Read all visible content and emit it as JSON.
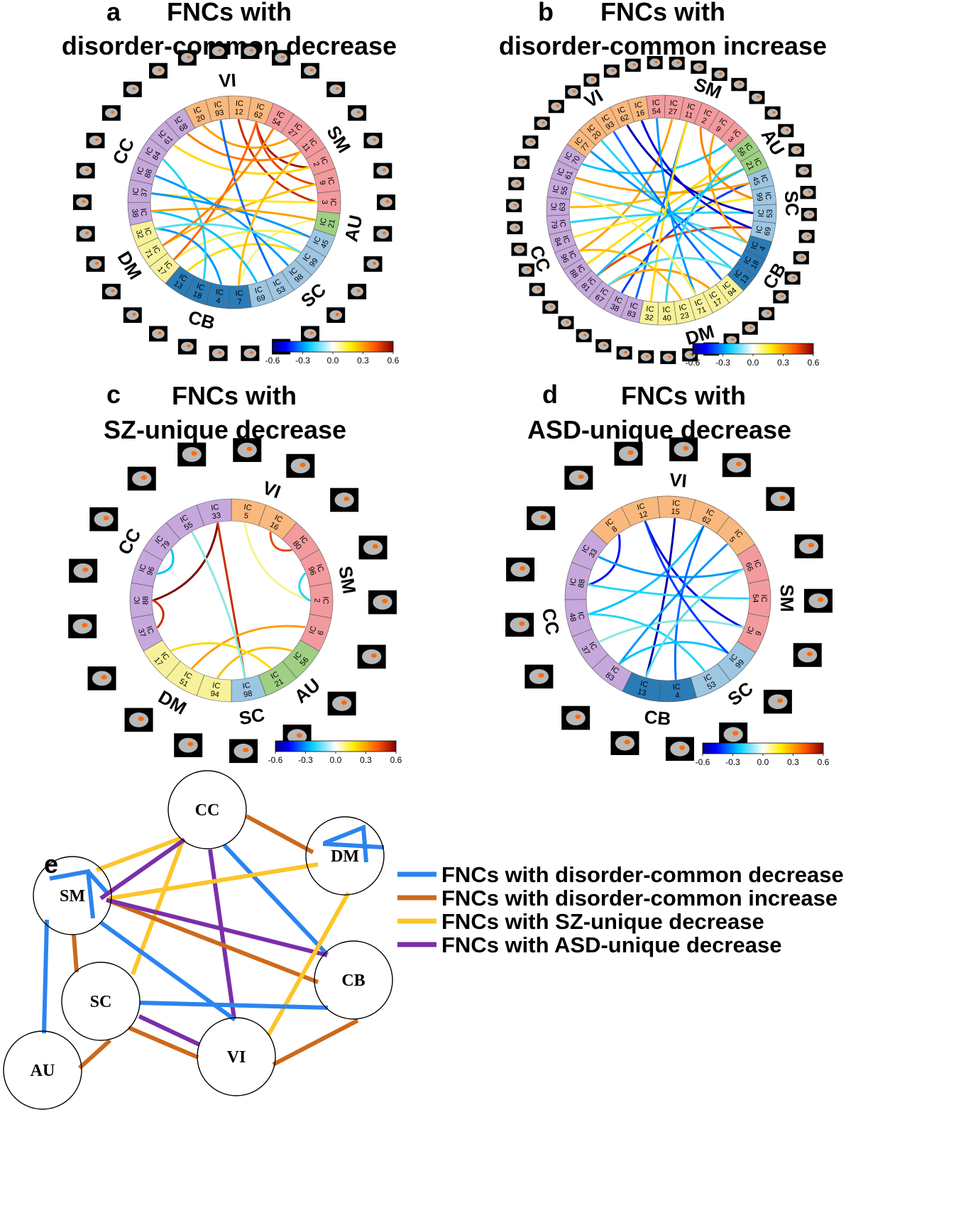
{
  "colors": {
    "VI": "#f9b87d",
    "SM": "#f29a9e",
    "AU": "#9ecf83",
    "SC": "#9cc6e2",
    "CB": "#2b7bb6",
    "DM": "#f7f29a",
    "CC": "#c6a8dc",
    "common_decrease": "#2b84f0",
    "common_increase": "#cc6a1c",
    "sz_decrease": "#fcc52a",
    "asd_decrease": "#7a2fa8"
  },
  "colorbar": {
    "ticks": [
      "-0.6",
      "-0.3",
      "0.0",
      "0.3",
      "0.6"
    ],
    "min": -0.6,
    "max": 0.6
  },
  "panels": [
    {
      "letter": "a",
      "title_line1": "FNCs with",
      "title_line2": "disorder-common decrease",
      "segments": [
        {
          "net": "VI",
          "ic": "20"
        },
        {
          "net": "VI",
          "ic": "93"
        },
        {
          "net": "VI",
          "ic": "12"
        },
        {
          "net": "VI",
          "ic": "62"
        },
        {
          "net": "SM",
          "ic": "54"
        },
        {
          "net": "SM",
          "ic": "27"
        },
        {
          "net": "SM",
          "ic": "11"
        },
        {
          "net": "SM",
          "ic": "2"
        },
        {
          "net": "SM",
          "ic": "9"
        },
        {
          "net": "SM",
          "ic": "3"
        },
        {
          "net": "AU",
          "ic": "21"
        },
        {
          "net": "SC",
          "ic": "45"
        },
        {
          "net": "SC",
          "ic": "99"
        },
        {
          "net": "SC",
          "ic": "98"
        },
        {
          "net": "SC",
          "ic": "53"
        },
        {
          "net": "SC",
          "ic": "69"
        },
        {
          "net": "CB",
          "ic": "7"
        },
        {
          "net": "CB",
          "ic": "4"
        },
        {
          "net": "CB",
          "ic": "18"
        },
        {
          "net": "CB",
          "ic": "13"
        },
        {
          "net": "DM",
          "ic": "17"
        },
        {
          "net": "DM",
          "ic": "71"
        },
        {
          "net": "DM",
          "ic": "32"
        },
        {
          "net": "CC",
          "ic": "38"
        },
        {
          "net": "CC",
          "ic": "37"
        },
        {
          "net": "CC",
          "ic": "88"
        },
        {
          "net": "CC",
          "ic": "84"
        },
        {
          "net": "CC",
          "ic": "61"
        },
        {
          "net": "CC",
          "ic": "68"
        }
      ],
      "network_labels": [
        "VI",
        "SM",
        "AU",
        "SC",
        "CB",
        "DM",
        "CC"
      ],
      "connections": [
        {
          "from": "SM-2",
          "to": "VI-62",
          "value": 0.55
        },
        {
          "from": "SM-9",
          "to": "VI-62",
          "value": 0.45
        },
        {
          "from": "SM-3",
          "to": "VI-12",
          "value": 0.5
        },
        {
          "from": "SM-11",
          "to": "CC-68",
          "value": 0.35
        },
        {
          "from": "SM-27",
          "to": "VI-20",
          "value": 0.3
        },
        {
          "from": "SM-2",
          "to": "CC-61",
          "value": 0.2
        },
        {
          "from": "SM-9",
          "to": "DM-71",
          "value": 0.25
        },
        {
          "from": "SM-3",
          "to": "CC-37",
          "value": 0.15
        },
        {
          "from": "AU-21",
          "to": "CB-7",
          "value": 0.05
        },
        {
          "from": "SC-45",
          "to": "DM-17",
          "value": 0.1
        },
        {
          "from": "SC-99",
          "to": "CB-13",
          "value": 0.2
        },
        {
          "from": "SC-98",
          "to": "CC-88",
          "value": -0.3
        },
        {
          "from": "SC-53",
          "to": "VI-93",
          "value": -0.35
        },
        {
          "from": "SC-69",
          "to": "CC-38",
          "value": -0.25
        },
        {
          "from": "CB-4",
          "to": "DM-32",
          "value": -0.3
        },
        {
          "from": "CB-18",
          "to": "CC-84",
          "value": -0.2
        },
        {
          "from": "DM-17",
          "to": "VI-62",
          "value": 0.4
        },
        {
          "from": "DM-71",
          "to": "SM-54",
          "value": 0.35
        },
        {
          "from": "CC-37",
          "to": "SC-45",
          "value": -0.3
        },
        {
          "from": "CC-38",
          "to": "AU-21",
          "value": 0.3
        },
        {
          "from": "CB-7",
          "to": "SM-11",
          "value": 0.25
        },
        {
          "from": "SC-99",
          "to": "DM-32",
          "value": -0.15
        }
      ]
    },
    {
      "letter": "b",
      "title_line1": "FNCs with",
      "title_line2": "disorder-common increase",
      "segments": [
        {
          "net": "VI",
          "ic": "77"
        },
        {
          "net": "VI",
          "ic": "20"
        },
        {
          "net": "VI",
          "ic": "93"
        },
        {
          "net": "VI",
          "ic": "62"
        },
        {
          "net": "VI",
          "ic": "16"
        },
        {
          "net": "SM",
          "ic": "54"
        },
        {
          "net": "SM",
          "ic": "27"
        },
        {
          "net": "SM",
          "ic": "11"
        },
        {
          "net": "SM",
          "ic": "2"
        },
        {
          "net": "SM",
          "ic": "9"
        },
        {
          "net": "SM",
          "ic": "3"
        },
        {
          "net": "AU",
          "ic": "56"
        },
        {
          "net": "AU",
          "ic": "21"
        },
        {
          "net": "SC",
          "ic": "45"
        },
        {
          "net": "SC",
          "ic": "99"
        },
        {
          "net": "SC",
          "ic": "53"
        },
        {
          "net": "SC",
          "ic": "69"
        },
        {
          "net": "CB",
          "ic": "4"
        },
        {
          "net": "CB",
          "ic": "18"
        },
        {
          "net": "CB",
          "ic": "13"
        },
        {
          "net": "DM",
          "ic": "94"
        },
        {
          "net": "DM",
          "ic": "17"
        },
        {
          "net": "DM",
          "ic": "71"
        },
        {
          "net": "DM",
          "ic": "23"
        },
        {
          "net": "DM",
          "ic": "40"
        },
        {
          "net": "DM",
          "ic": "32"
        },
        {
          "net": "CC",
          "ic": "83"
        },
        {
          "net": "CC",
          "ic": "38"
        },
        {
          "net": "CC",
          "ic": "67"
        },
        {
          "net": "CC",
          "ic": "81"
        },
        {
          "net": "CC",
          "ic": "88"
        },
        {
          "net": "CC",
          "ic": "96"
        },
        {
          "net": "CC",
          "ic": "84"
        },
        {
          "net": "CC",
          "ic": "79"
        },
        {
          "net": "CC",
          "ic": "63"
        },
        {
          "net": "CC",
          "ic": "55"
        },
        {
          "net": "CC",
          "ic": "61"
        },
        {
          "net": "CC",
          "ic": "70"
        }
      ],
      "network_labels": [
        "VI",
        "SM",
        "AU",
        "SC",
        "CB",
        "DM",
        "CC"
      ],
      "connections": [
        {
          "from": "CC-83",
          "to": "SM-11",
          "value": -0.35
        },
        {
          "from": "CC-38",
          "to": "SC-45",
          "value": -0.4
        },
        {
          "from": "CC-67",
          "to": "DM-17",
          "value": 0.3
        },
        {
          "from": "CC-81",
          "to": "SC-69",
          "value": 0.45
        },
        {
          "from": "CC-88",
          "to": "AU-56",
          "value": 0.2
        },
        {
          "from": "CC-96",
          "to": "SM-27",
          "value": 0.3
        },
        {
          "from": "CC-84",
          "to": "SC-99",
          "value": 0.15
        },
        {
          "from": "CC-79",
          "to": "SC-53",
          "value": -0.2
        },
        {
          "from": "CC-63",
          "to": "AU-21",
          "value": 0.25
        },
        {
          "from": "CC-55",
          "to": "CB-4",
          "value": -0.15
        },
        {
          "from": "CC-61",
          "to": "SC-45",
          "value": 0.3
        },
        {
          "from": "CC-70",
          "to": "SM-3",
          "value": -0.25
        },
        {
          "from": "VI-77",
          "to": "CB-18",
          "value": -0.3
        },
        {
          "from": "VI-20",
          "to": "CB-13",
          "value": -0.2
        },
        {
          "from": "VI-93",
          "to": "DM-94",
          "value": -0.35
        },
        {
          "from": "VI-62",
          "to": "SC-53",
          "value": -0.55
        },
        {
          "from": "VI-16",
          "to": "SC-69",
          "value": -0.5
        },
        {
          "from": "SM-54",
          "to": "DM-71",
          "value": -0.3
        },
        {
          "from": "SM-2",
          "to": "SC-99",
          "value": 0.35
        },
        {
          "from": "SM-9",
          "to": "CB-4",
          "value": 0.3
        },
        {
          "from": "DM-32",
          "to": "SM-11",
          "value": 0.2
        },
        {
          "from": "DM-40",
          "to": "AU-56",
          "value": -0.2
        },
        {
          "from": "DM-23",
          "to": "CC-96",
          "value": 0.25
        },
        {
          "from": "CB-13",
          "to": "CC-67",
          "value": -0.15
        },
        {
          "from": "CC-81",
          "to": "AU-21",
          "value": -0.25
        },
        {
          "from": "DM-71",
          "to": "CC-55",
          "value": 0.1
        }
      ]
    },
    {
      "letter": "c",
      "title_line1": "FNCs with",
      "title_line2": "SZ-unique decrease",
      "segments": [
        {
          "net": "VI",
          "ic": "5"
        },
        {
          "net": "VI",
          "ic": "16"
        },
        {
          "net": "SM",
          "ic": "80"
        },
        {
          "net": "SM",
          "ic": "96"
        },
        {
          "net": "SM",
          "ic": "2"
        },
        {
          "net": "SM",
          "ic": "6"
        },
        {
          "net": "AU",
          "ic": "56"
        },
        {
          "net": "AU",
          "ic": "21"
        },
        {
          "net": "SC",
          "ic": "98"
        },
        {
          "net": "DM",
          "ic": "94"
        },
        {
          "net": "DM",
          "ic": "51"
        },
        {
          "net": "DM",
          "ic": "17"
        },
        {
          "net": "CC",
          "ic": "37"
        },
        {
          "net": "CC",
          "ic": "88"
        },
        {
          "net": "CC",
          "ic": "96"
        },
        {
          "net": "CC",
          "ic": "79"
        },
        {
          "net": "CC",
          "ic": "55"
        },
        {
          "net": "CC",
          "ic": "33"
        }
      ],
      "network_labels": [
        "VI",
        "SM",
        "AU",
        "SC",
        "DM",
        "CC"
      ],
      "connections": [
        {
          "from": "CC-33",
          "to": "CC-88",
          "value": 0.6
        },
        {
          "from": "CC-33",
          "to": "SC-98",
          "value": 0.5
        },
        {
          "from": "VI-16",
          "to": "SM-80",
          "value": 0.45
        },
        {
          "from": "CC-96",
          "to": "CC-79",
          "value": -0.25
        },
        {
          "from": "CC-37",
          "to": "CC-88",
          "value": 0.5
        },
        {
          "from": "VI-5",
          "to": "SM-2",
          "value": 0.05
        },
        {
          "from": "SM-96",
          "to": "SM-2",
          "value": -0.2
        },
        {
          "from": "SM-6",
          "to": "DM-51",
          "value": 0.3
        },
        {
          "from": "AU-56",
          "to": "DM-94",
          "value": 0.25
        },
        {
          "from": "AU-21",
          "to": "DM-17",
          "value": 0.2
        },
        {
          "from": "SC-98",
          "to": "CC-55",
          "value": -0.1
        }
      ]
    },
    {
      "letter": "d",
      "title_line1": "FNCs with",
      "title_line2": "ASD-unique decrease",
      "segments": [
        {
          "net": "VI",
          "ic": "8"
        },
        {
          "net": "VI",
          "ic": "12"
        },
        {
          "net": "VI",
          "ic": "15"
        },
        {
          "net": "VI",
          "ic": "62"
        },
        {
          "net": "VI",
          "ic": "5"
        },
        {
          "net": "SM",
          "ic": "66"
        },
        {
          "net": "SM",
          "ic": "54"
        },
        {
          "net": "SM",
          "ic": "9"
        },
        {
          "net": "SC",
          "ic": "99"
        },
        {
          "net": "SC",
          "ic": "53"
        },
        {
          "net": "CB",
          "ic": "4"
        },
        {
          "net": "CB",
          "ic": "13"
        },
        {
          "net": "CC",
          "ic": "83"
        },
        {
          "net": "CC",
          "ic": "37"
        },
        {
          "net": "CC",
          "ic": "48"
        },
        {
          "net": "CC",
          "ic": "88"
        },
        {
          "net": "CC",
          "ic": "33"
        }
      ],
      "network_labels": [
        "VI",
        "SM",
        "SC",
        "CB",
        "CC"
      ],
      "connections": [
        {
          "from": "VI-12",
          "to": "SM-9",
          "value": -0.5
        },
        {
          "from": "VI-15",
          "to": "CB-13",
          "value": -0.55
        },
        {
          "from": "VI-8",
          "to": "CC-88",
          "value": -0.45
        },
        {
          "from": "VI-62",
          "to": "CC-48",
          "value": -0.25
        },
        {
          "from": "CC-33",
          "to": "SM-66",
          "value": -0.3
        },
        {
          "from": "CC-88",
          "to": "SM-54",
          "value": -0.2
        },
        {
          "from": "CC-37",
          "to": "SM-9",
          "value": -0.1
        },
        {
          "from": "CC-83",
          "to": "VI-5",
          "value": -0.3
        },
        {
          "from": "CB-4",
          "to": "VI-62",
          "value": -0.35
        },
        {
          "from": "SC-53",
          "to": "CC-48",
          "value": -0.2
        },
        {
          "from": "SC-99",
          "to": "CC-83",
          "value": -0.25
        },
        {
          "from": "CB-13",
          "to": "SM-66",
          "value": -0.15
        },
        {
          "from": "VI-12",
          "to": "SC-99",
          "value": -0.4
        }
      ]
    }
  ],
  "graph": {
    "letter": "e",
    "nodes": [
      "CC",
      "DM",
      "SM",
      "CB",
      "SC",
      "AU",
      "VI"
    ],
    "edges": [
      {
        "a": "CC",
        "b": "DM",
        "type": "common_increase"
      },
      {
        "a": "CC",
        "b": "CB",
        "type": "common_decrease"
      },
      {
        "a": "CC",
        "b": "SM",
        "type": "sz_decrease"
      },
      {
        "a": "CC",
        "b": "SC",
        "type": "sz_decrease"
      },
      {
        "a": "CC",
        "b": "SM",
        "type": "asd_decrease"
      },
      {
        "a": "CC",
        "b": "VI",
        "type": "asd_decrease"
      },
      {
        "a": "SM",
        "b": "DM",
        "type": "sz_decrease"
      },
      {
        "a": "SM",
        "b": "CB",
        "type": "common_increase"
      },
      {
        "a": "SM",
        "b": "CB",
        "type": "asd_decrease"
      },
      {
        "a": "SM",
        "b": "VI",
        "type": "common_decrease"
      },
      {
        "a": "SM",
        "b": "SC",
        "type": "common_increase"
      },
      {
        "a": "SM",
        "b": "AU",
        "type": "common_decrease"
      },
      {
        "a": "SM",
        "b": "SM",
        "type": "common_decrease"
      },
      {
        "a": "DM",
        "b": "DM",
        "type": "common_decrease"
      },
      {
        "a": "DM",
        "b": "VI",
        "type": "sz_decrease"
      },
      {
        "a": "SC",
        "b": "CB",
        "type": "common_decrease"
      },
      {
        "a": "SC",
        "b": "VI",
        "type": "asd_decrease"
      },
      {
        "a": "SC",
        "b": "VI",
        "type": "common_increase"
      },
      {
        "a": "SC",
        "b": "AU",
        "type": "common_increase"
      },
      {
        "a": "CB",
        "b": "VI",
        "type": "common_increase"
      }
    ],
    "legend": [
      {
        "type": "common_decrease",
        "label": "FNCs with disorder-common decrease"
      },
      {
        "type": "common_increase",
        "label": "FNCs with disorder-common increase"
      },
      {
        "type": "sz_decrease",
        "label": "FNCs with SZ-unique decrease"
      },
      {
        "type": "asd_decrease",
        "label": "FNCs with ASD-unique decrease"
      }
    ]
  }
}
